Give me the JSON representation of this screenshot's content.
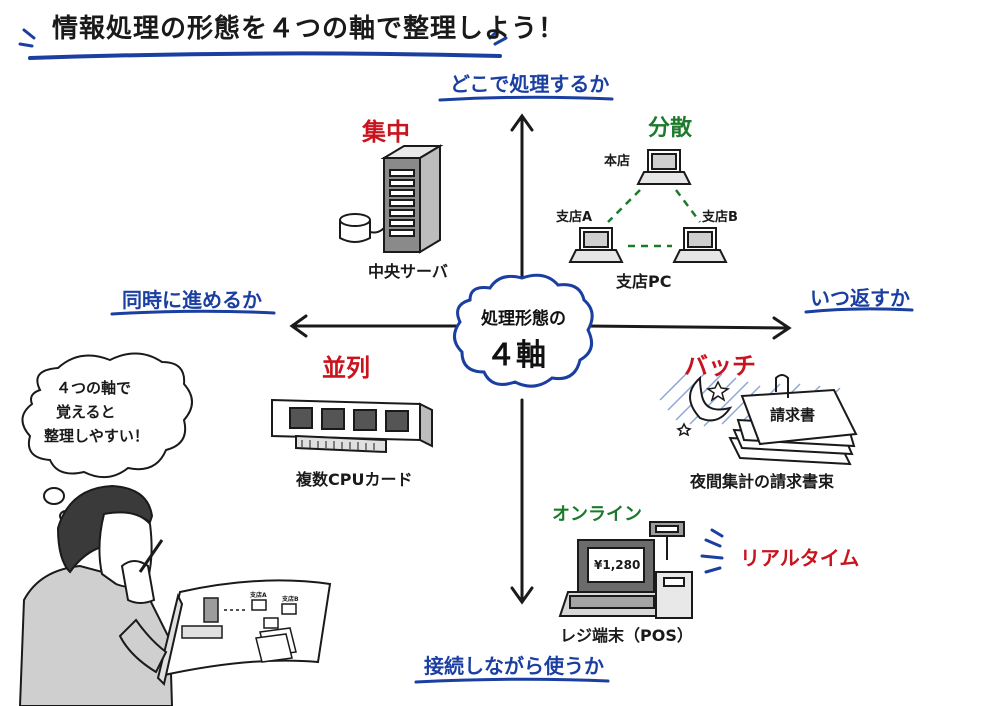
{
  "title": "情報処理の形態を４つの軸で整理しよう！",
  "center": {
    "line1": "処理形態の",
    "line2": "４軸"
  },
  "axes": {
    "top": "どこで処理するか",
    "left": "同時に進めるか",
    "right": "いつ返すか",
    "bottom": "接続しながら使うか"
  },
  "categories": {
    "centralized": {
      "label": "集中",
      "caption": "中央サーバ"
    },
    "distributed": {
      "label": "分散",
      "nodes": {
        "main": "本店",
        "branch_a": "支店A",
        "branch_b": "支店B"
      },
      "caption": "支店PC"
    },
    "parallel": {
      "label": "並列",
      "caption": "複数CPUカード"
    },
    "batch": {
      "label": "バッチ",
      "doc_title": "請求書",
      "caption": "夜間集計の請求書束"
    },
    "online": {
      "label": "オンライン",
      "register_display": "¥1,280",
      "caption": "レジ端末（POS）"
    },
    "realtime": {
      "label": "リアルタイム"
    }
  },
  "thought_bubble": {
    "lines": [
      "４つの軸で",
      "覚えると",
      "整理しやすい！"
    ]
  },
  "notebook": {
    "mini_labels": [
      "支店A",
      "支店B"
    ]
  },
  "colors": {
    "axis_label": "#1a3fa0",
    "red": "#c8141e",
    "green": "#1d7a2c",
    "ink": "#1a1a1a"
  }
}
